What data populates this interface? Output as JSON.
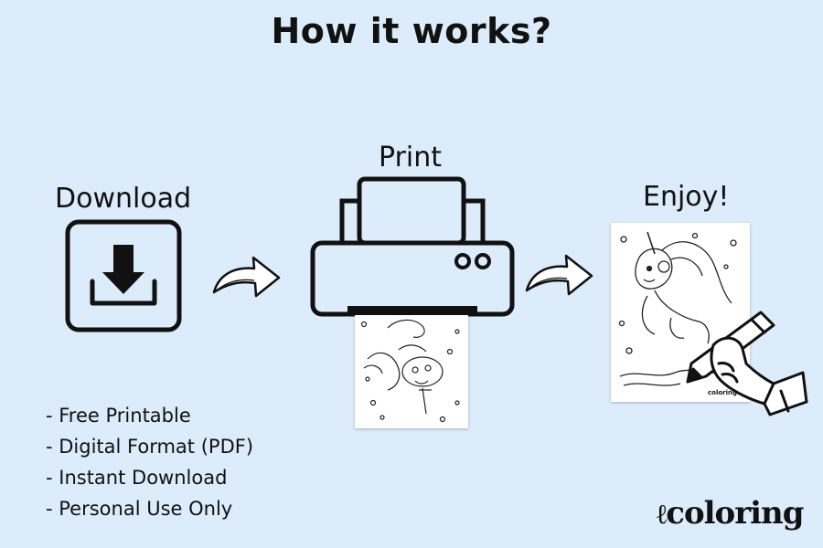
{
  "title": "How it works?",
  "steps": {
    "download": {
      "label": "Download",
      "icon": "download-icon"
    },
    "print": {
      "label": "Print",
      "icon": "printer-icon"
    },
    "enjoy": {
      "label": "Enjoy!",
      "icon": "coloring-hand-icon"
    }
  },
  "features": [
    "- Free Printable",
    "- Digital Format (PDF)",
    "- Instant Download",
    "- Personal Use Only"
  ],
  "brand": {
    "logo_text": "coloring",
    "sheet_mark": "coloring"
  },
  "colors": {
    "background": "#dcecfb",
    "ink": "#111111",
    "paper": "#ffffff"
  }
}
